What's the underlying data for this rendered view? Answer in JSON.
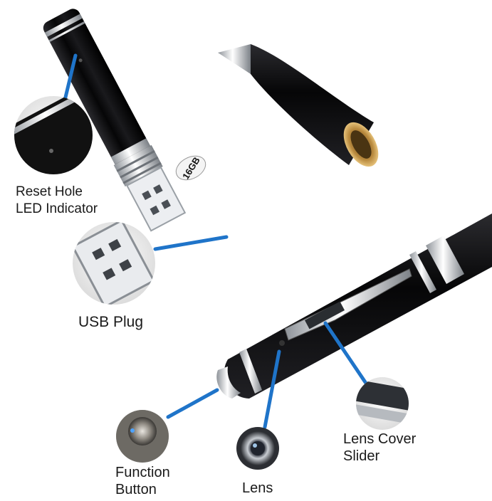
{
  "capacity_badge": "16GB",
  "callouts": {
    "reset_led": {
      "line1": "Reset Hole",
      "line2": "LED Indicator"
    },
    "usb": {
      "label": "USB Plug"
    },
    "function_button": {
      "line1": "Function",
      "line2": "Button"
    },
    "lens": {
      "label": "Lens"
    },
    "lens_cover": {
      "line1": "Lens Cover",
      "line2": "Slider"
    }
  },
  "colors": {
    "callout_line": "#1f74c9",
    "pen_body": "#0b0b0d",
    "chrome": "#d9dde2",
    "brass": "#c9a050"
  }
}
